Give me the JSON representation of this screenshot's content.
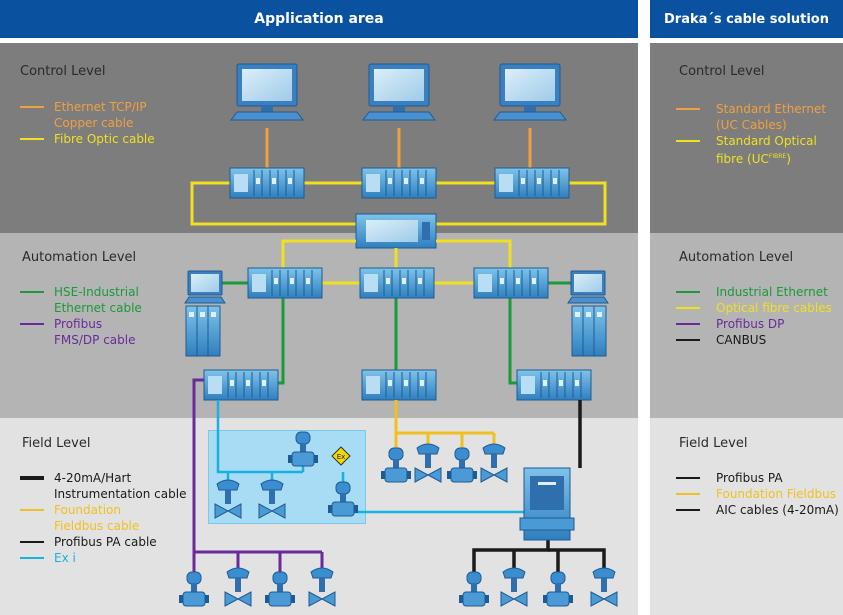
{
  "header": {
    "left": "Application area",
    "right": "Draka´s cable solution"
  },
  "control": {
    "title": "Control Level",
    "legend": [
      {
        "lines": [
          "Ethernet TCP/IP",
          "Copper cable"
        ],
        "color": "#f0a040"
      },
      {
        "lines": [
          "Fibre Optic cable"
        ],
        "color": "#f0e020"
      }
    ],
    "solution_title": "Control Level",
    "solution": [
      {
        "lines": [
          "Standard Ethernet",
          "(UC Cables)"
        ],
        "color": "#f0a040"
      },
      {
        "lines": [
          "Standard Optical"
        ],
        "color": "#f0e020",
        "extra_prefix": "fibre (UC",
        "extra_sup": "FIBRE",
        "extra_suffix": ")"
      }
    ]
  },
  "automation": {
    "title": "Automation Level",
    "legend": [
      {
        "lines": [
          "HSE-Industrial",
          "Ethernet cable"
        ],
        "color": "#1a9a3a"
      },
      {
        "lines": [
          "Profibus",
          "FMS/DP cable"
        ],
        "color": "#6a2a9a"
      }
    ],
    "solution_title": "Automation Level",
    "solution": [
      {
        "lines": [
          "Industrial Ethernet"
        ],
        "color": "#1a9a3a"
      },
      {
        "lines": [
          "Optical fibre cables"
        ],
        "color": "#f0e020"
      },
      {
        "lines": [
          "Profibus DP"
        ],
        "color": "#6a2a9a"
      },
      {
        "lines": [
          "CANBUS"
        ],
        "color": "#1a1a1a"
      }
    ]
  },
  "field": {
    "title": "Field Level",
    "legend": [
      {
        "lines": [
          "4-20mA/Hart",
          "Instrumentation cable"
        ],
        "color": "#1a1a1a",
        "text_color": "#1a1a1a",
        "thick": true
      },
      {
        "lines": [
          "Foundation",
          "Fieldbus cable"
        ],
        "color": "#f0c020",
        "text_color": "#f0c020"
      },
      {
        "lines": [
          "Profibus PA cable"
        ],
        "color": "#1a1a1a",
        "text_color": "#1a1a1a"
      },
      {
        "lines": [
          "Ex i"
        ],
        "color": "#1ab0e0",
        "text_color": "#1ab0e0"
      }
    ],
    "solution_title": "Field Level",
    "solution": [
      {
        "lines": [
          "Profibus PA"
        ],
        "color": "#1a1a1a",
        "text_color": "#1a1a1a"
      },
      {
        "lines": [
          "Foundation Fieldbus"
        ],
        "color": "#f0c020",
        "text_color": "#f0c020"
      },
      {
        "lines": [
          "AIC cables (4-20mA)"
        ],
        "color": "#1a1a1a",
        "text_color": "#1a1a1a"
      }
    ]
  },
  "ex_symbol": "Ex",
  "colors": {
    "header_blue": "#0a52a0",
    "control_bg": "#7d7d7d",
    "automation_bg": "#b4b4b4",
    "field_bg": "#e2e2e2",
    "exi_zone": "#a8dcf4"
  }
}
